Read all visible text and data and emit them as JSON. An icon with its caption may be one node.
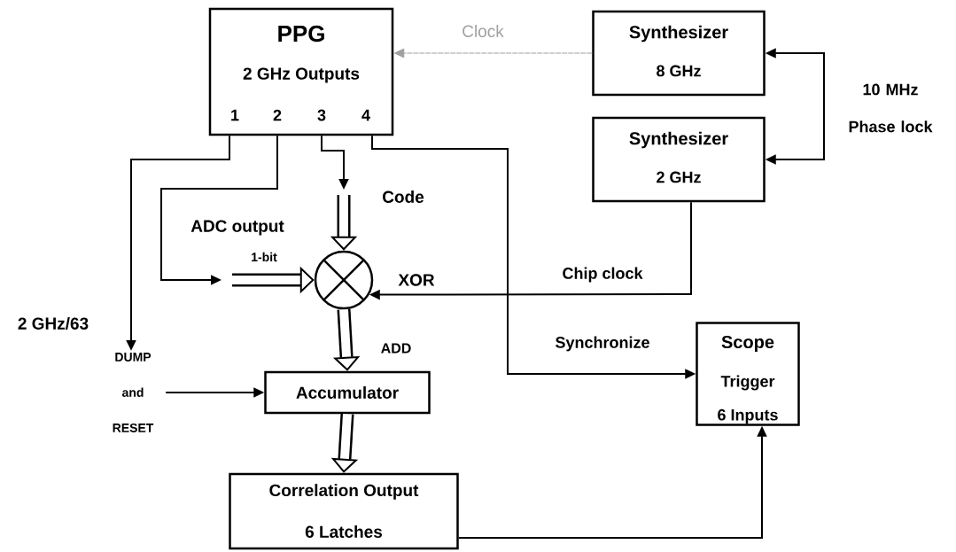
{
  "diagram": {
    "nodes": [
      {
        "text": [
          "PPG",
          "2 GHz Outputs"
        ]
      },
      {
        "text": [
          "Synthesizer",
          "8 GHz"
        ]
      },
      {
        "text": [
          "Synthesizer",
          "2 GHz"
        ]
      },
      {
        "text": [],
        "shape": "circle",
        "beside": [
          "XOR"
        ]
      },
      {
        "text": [
          "Accumulator"
        ]
      },
      {
        "text": [
          "Correlation Output",
          "6 Latches"
        ]
      },
      {
        "text": [
          "Scope",
          "Trigger",
          "6 Inputs"
        ]
      },
      {
        "text": [
          "DUMP and RESET"
        ]
      }
    ],
    "edges": [
      {
        "from": 1,
        "to": 0,
        "arrow": "to",
        "label": "Clock",
        "style": "dashed",
        "color": "#a0a0a0"
      },
      {
        "from": 1,
        "to": 2,
        "arrow": "both",
        "label": "10 MHz Phase lock"
      },
      {
        "from": 0,
        "to": 7,
        "arrow": "to",
        "label": "2 GHz/63"
      },
      {
        "from": 0,
        "to": null,
        "arrow": "to",
        "label": "ADC output"
      },
      {
        "from": null,
        "to": 3,
        "arrow": "to",
        "label": "1-bit",
        "style": "thick"
      },
      {
        "from": 0,
        "to": null,
        "arrow": "to"
      },
      {
        "from": null,
        "to": 3,
        "arrow": "to",
        "label": "Code",
        "style": "thick"
      },
      {
        "from": 2,
        "to": 3,
        "arrow": "to",
        "label": "Chip clock"
      },
      {
        "from": 0,
        "to": 6,
        "arrow": "to",
        "label": "Synchronize"
      },
      {
        "from": 3,
        "to": 4,
        "arrow": "to",
        "label": "ADD",
        "style": "thick"
      },
      {
        "from": 4,
        "to": 5,
        "arrow": "to",
        "style": "thick"
      },
      {
        "from": 5,
        "to": 6,
        "arrow": "to"
      },
      {
        "from": 7,
        "to": 4,
        "arrow": "to"
      }
    ],
    "labels": [
      "1",
      "2",
      "3",
      "4"
    ]
  }
}
